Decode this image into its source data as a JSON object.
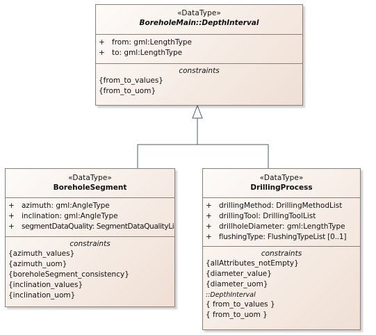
{
  "depth_interval": {
    "stereotype": "«DataType»",
    "name": "BoreholeMain::DepthInterval",
    "attributes": [
      {
        "visibility": "+",
        "text": "from: gml:LengthType"
      },
      {
        "visibility": "+",
        "text": "to: gml:LengthType"
      }
    ],
    "constraints_label": "constraints",
    "constraints": [
      "{from_to_values}",
      "{from_to_uom}"
    ]
  },
  "borehole_segment": {
    "stereotype": "«DataType»",
    "name": "BoreholeSegment",
    "attributes": [
      {
        "visibility": "+",
        "text": "azimuth: gml:AngleType"
      },
      {
        "visibility": "+",
        "text": "inclination: gml:AngleType"
      },
      {
        "visibility": "+",
        "text": "segmentDataQuality: SegmentDataQualityList"
      }
    ],
    "constraints_label": "constraints",
    "constraints": [
      "{azimuth_values}",
      "{azimuth_uom}",
      "{boreholeSegment_consistency}",
      "{inclination_values}",
      "{inclination_uom}"
    ]
  },
  "drilling_process": {
    "stereotype": "«DataType»",
    "name": "DrillingProcess",
    "attributes": [
      {
        "visibility": "+",
        "text": "drillingMethod: DrillingMethodList"
      },
      {
        "visibility": "+",
        "text": "drillingTool: DrillingToolList"
      },
      {
        "visibility": "+",
        "text": "drillholeDiameter: gml:LengthType"
      },
      {
        "visibility": "+",
        "text": "flushingType: FlushingTypeList [0..1]"
      }
    ],
    "constraints_label": "constraints",
    "constraints": [
      "{allAttributes_notEmpty}",
      "{diameter_value}",
      "{diameter_uom}"
    ],
    "inherited_label": "::DepthInterval",
    "inherited_constraints": [
      "{ from_to_values }",
      "{ from_to_uom }"
    ]
  }
}
